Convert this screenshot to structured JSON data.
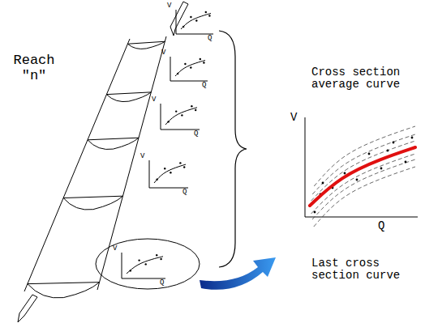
{
  "diagram": {
    "labels": [
      "Reach \"n\"",
      "V",
      "Q",
      "V",
      "Q",
      "V",
      "Q",
      "V",
      "Q",
      "V",
      "Q",
      "Cross section average curve",
      "V",
      "Q",
      "Last cross section curve"
    ]
  }
}
